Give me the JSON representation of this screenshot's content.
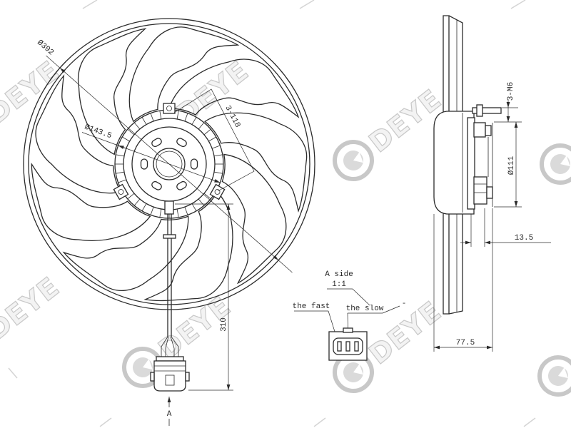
{
  "drawing": {
    "front_view": {
      "outer_diameter": "Ø392",
      "hub_diameter": "Ø143.5",
      "mount_pattern": "3-118",
      "cable_length": "310",
      "view_marker": "A"
    },
    "side_view": {
      "bolt": "3-M6",
      "motor_diameter": "Ø111",
      "offset": "13.5",
      "depth": "77.5"
    },
    "connector_detail": {
      "title": "A side",
      "scale": "1:1",
      "fast_label": "the fast",
      "slow_label": "the slow",
      "minus_label": "-"
    }
  },
  "watermark": {
    "text": "DEYE"
  },
  "colors": {
    "line": "#2b2b2b",
    "watermark": "#c8c8c8",
    "background": "#ffffff"
  }
}
